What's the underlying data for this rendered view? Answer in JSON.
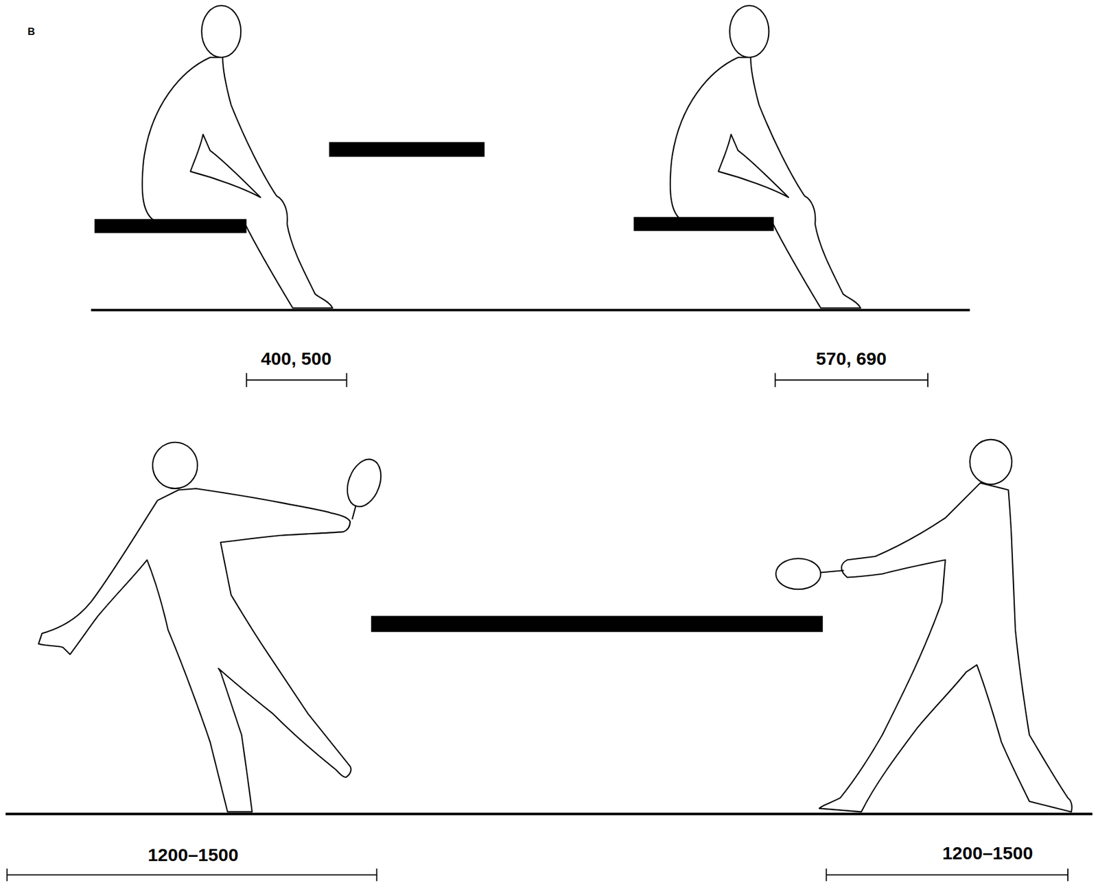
{
  "diagram": {
    "labels": [
      "B",
      "400, 500",
      "570, 690",
      "1200–1500",
      "1200–1500"
    ]
  }
}
